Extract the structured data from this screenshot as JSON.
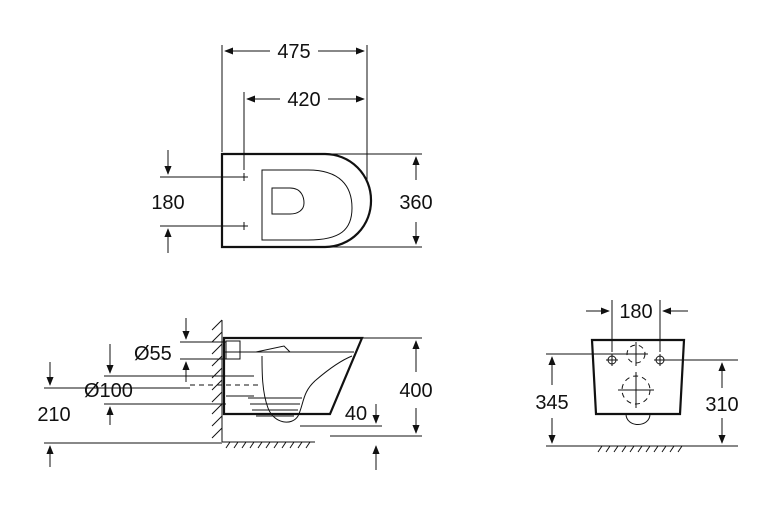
{
  "dimensions": {
    "top_width_overall": "475",
    "top_width_inner": "420",
    "top_fixing_spacing": "180",
    "top_depth": "360",
    "side_pipe_small": "Ø55",
    "side_pipe_large": "Ø100",
    "side_floor_to_outlet": "210",
    "side_height": "400",
    "side_trap_depth": "40",
    "rear_fixing_spacing": "180",
    "rear_height_left": "345",
    "rear_height_right": "310"
  }
}
